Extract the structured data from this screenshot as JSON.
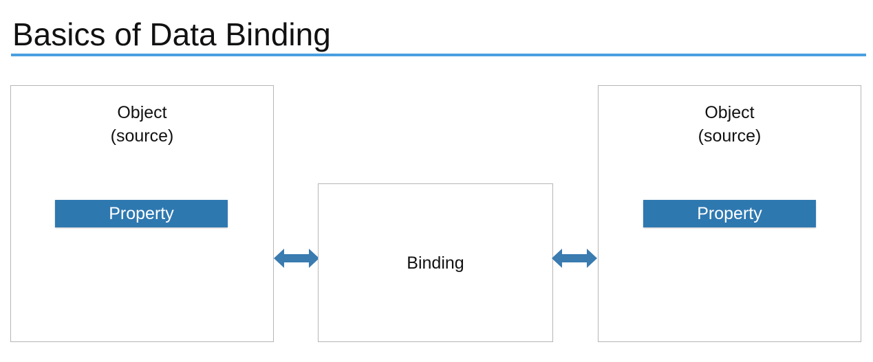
{
  "slide": {
    "title": "Basics of Data Binding"
  },
  "left_object": {
    "line1": "Object",
    "line2": "(source)",
    "property_label": "Property"
  },
  "binding": {
    "label": "Binding"
  },
  "right_object": {
    "line1": "Object",
    "line2": "(source)",
    "property_label": "Property"
  },
  "colors": {
    "accent_rule": "#4a9ee0",
    "property_fill": "#2e78b0",
    "arrow_fill": "#3a7bb0",
    "box_border": "#b5b5b5"
  },
  "icons": {
    "connector": "double-headed-arrow-icon"
  }
}
